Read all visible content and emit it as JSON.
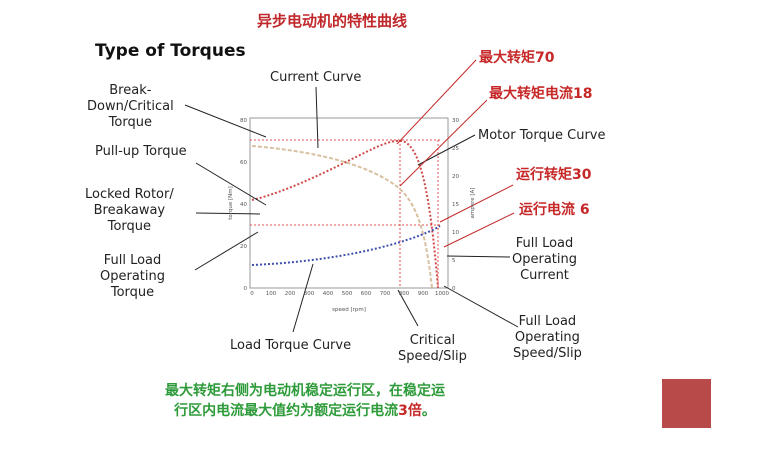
{
  "header": {
    "cn_title": "异步电动机的特性曲线",
    "title": "Type of Torques"
  },
  "labels": {
    "break_down": "Break-\nDown/Critical\nTorque",
    "pull_up": "Pull-up Torque",
    "locked_rotor": "Locked Rotor/\nBreakaway\nTorque",
    "full_load_torque": "Full Load\nOperating\nTorque",
    "current_curve": "Current Curve",
    "motor_torque_curve": "Motor Torque Curve",
    "full_load_current": "Full Load\nOperating\nCurrent",
    "full_load_speed": "Full Load\nOperating\nSpeed/Slip",
    "load_torque_curve": "Load Torque Curve",
    "critical": "Critical\nSpeed/Slip"
  },
  "annotations": {
    "max_torque": "最大转矩70",
    "max_torque_current": "最大转矩电流18",
    "run_torque": "运行转矩30",
    "run_current": "运行电流 6"
  },
  "note": {
    "line1": "最大转矩右侧为电动机稳定运行区，在稳定运",
    "line2_a": "行区内电流最大值约为额定运行电流",
    "line2_b": "3倍",
    "line2_c": "。"
  },
  "graph": {
    "x_ticks": [
      "0",
      "100",
      "200",
      "300",
      "400",
      "500",
      "600",
      "700",
      "800",
      "900",
      "1000"
    ],
    "y_left_ticks": [
      "0",
      "20",
      "40",
      "60",
      "80"
    ],
    "y_right_ticks": [
      "0",
      "5",
      "10",
      "15",
      "20",
      "25",
      "30"
    ],
    "xlabel": "speed [rpm]",
    "ylabel_left": "torque [Nm]",
    "ylabel_right": "ampere [A]"
  },
  "colors": {
    "accent_red": "#c62828",
    "note_green": "#2e9b3a",
    "deco_square": "#b84a4a"
  }
}
